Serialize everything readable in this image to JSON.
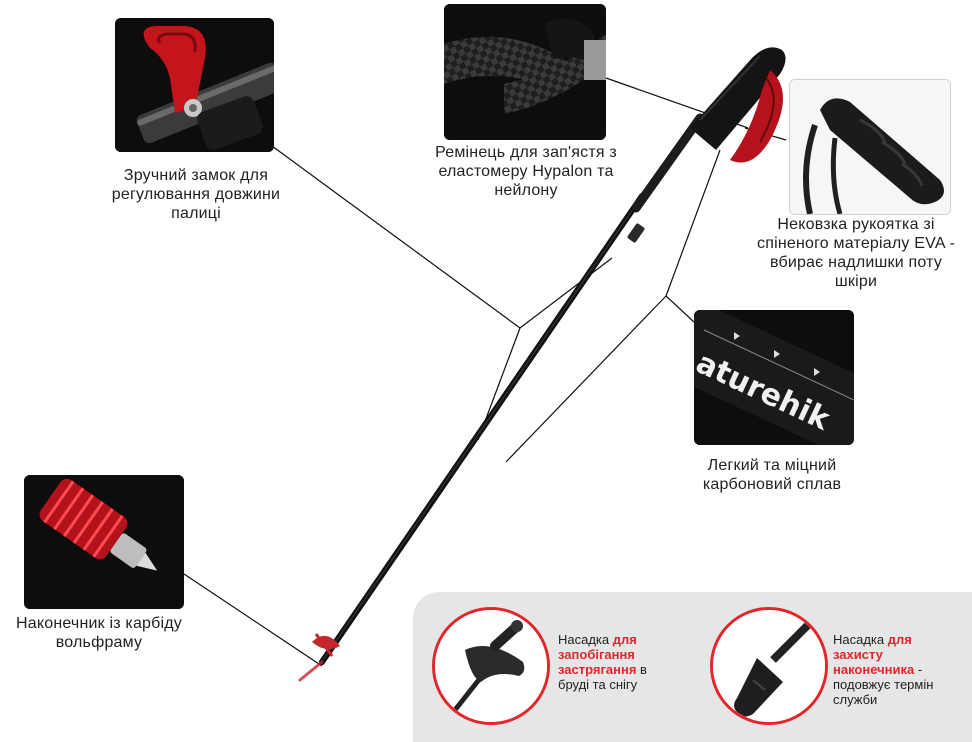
{
  "callouts": {
    "lock": {
      "lines": [
        "Зручний замок для",
        "регулювання довжини",
        "палиці"
      ],
      "icon": "lever-lock-icon"
    },
    "strap": {
      "lines": [
        "Ремінець для зап'ястя з",
        "еластомеру Hypalon та",
        "нейлону"
      ],
      "icon": "wrist-strap-icon"
    },
    "handle": {
      "lines": [
        "Нековзка рукоятка зі",
        "спіненого матеріалу EVA -",
        "вбирає надлишки поту",
        "шкіри"
      ],
      "icon": "foam-grip-icon"
    },
    "shaft": {
      "lines": [
        "Легкий та міцний",
        "карбоновий сплав"
      ],
      "brand_text": "aturehik",
      "icon": "carbon-shaft-icon"
    },
    "tip": {
      "lines": [
        "Наконечник із карбіду",
        "вольфраму"
      ],
      "icon": "tungsten-tip-icon"
    }
  },
  "accessories": {
    "mud_basket": {
      "prefix": "Насадка ",
      "highlight": "для запобігання застрягання",
      "suffix": " в бруді та снігу",
      "icon": "mud-basket-icon"
    },
    "tip_protector": {
      "prefix": "Насадка ",
      "highlight": "для захисту наконечника",
      "suffix": " - подовжує термін служби",
      "icon": "rubber-tip-protector-icon"
    }
  },
  "colors": {
    "accent_red": "#e3262c",
    "photo_bg": "#0d0d0d",
    "panel_bg": "#e6e6e6"
  }
}
